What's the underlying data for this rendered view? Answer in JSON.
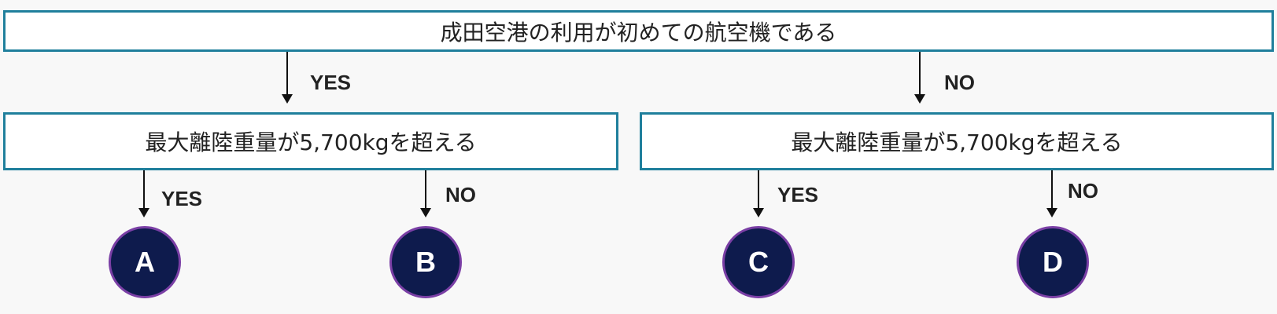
{
  "root_question": "成田空港の利用が初めての航空機である",
  "branches": {
    "yes_label": "YES",
    "no_label": "NO"
  },
  "left_question": "最大離陸重量が5,700kgを超える",
  "right_question": "最大離陸重量が5,700kgを超える",
  "left_outcomes": {
    "yes_label": "YES",
    "no_label": "NO",
    "yes_result": "A",
    "no_result": "B"
  },
  "right_outcomes": {
    "yes_label": "YES",
    "no_label": "NO",
    "yes_result": "C",
    "no_result": "D"
  },
  "colors": {
    "box_border": "#1f7f9c",
    "circle_fill": "#0e1b4d",
    "circle_border": "#7a3fa5"
  }
}
